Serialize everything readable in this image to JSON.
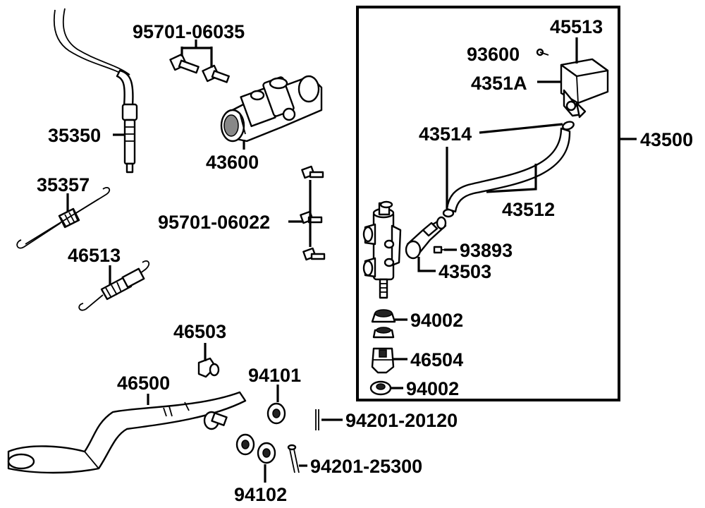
{
  "callouts": {
    "c95701_06035": "95701-06035",
    "c45513": "45513",
    "c93600": "93600",
    "c4351a": "4351A",
    "c43514": "43514",
    "c43500": "43500",
    "c35350": "35350",
    "c43600": "43600",
    "c35357": "35357",
    "c95701_06022": "95701-06022",
    "c43512": "43512",
    "c93893": "93893",
    "c43503": "43503",
    "c46513": "46513",
    "c94002_top": "94002",
    "c46503": "46503",
    "c46504": "46504",
    "c94101": "94101",
    "c46500": "46500",
    "c94002_bottom": "94002",
    "c94201_20120": "94201-20120",
    "c94201_25300": "94201-25300",
    "c94102": "94102"
  }
}
